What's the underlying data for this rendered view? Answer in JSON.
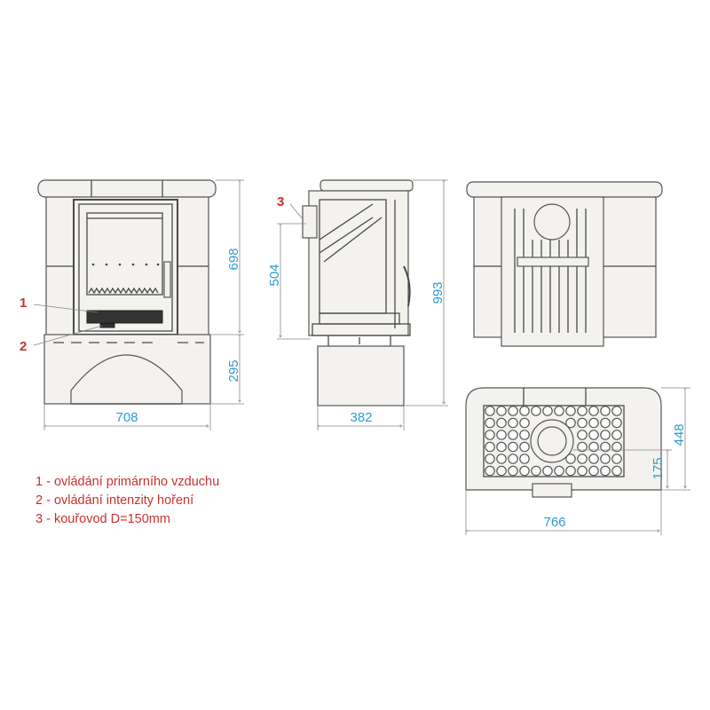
{
  "front_view": {
    "dimensions": {
      "height_top": "698",
      "height_base": "295",
      "width": "708"
    },
    "callouts": [
      "1",
      "2"
    ]
  },
  "side_view": {
    "dimensions": {
      "flue_height": "504",
      "total_height": "993",
      "depth": "382"
    },
    "callouts": [
      "3"
    ]
  },
  "top_view": {
    "dimensions": {
      "depth": "448",
      "flue_offset": "175",
      "width": "766"
    }
  },
  "legend": [
    "1 - ovládání primárního vzduchu",
    "2 - ovládání intenzity hoření",
    "3 - kouřovod D=150mm"
  ],
  "colors": {
    "dimension": "#2e9bd0",
    "callout": "#c8322e",
    "line": "#4a4a4a"
  }
}
